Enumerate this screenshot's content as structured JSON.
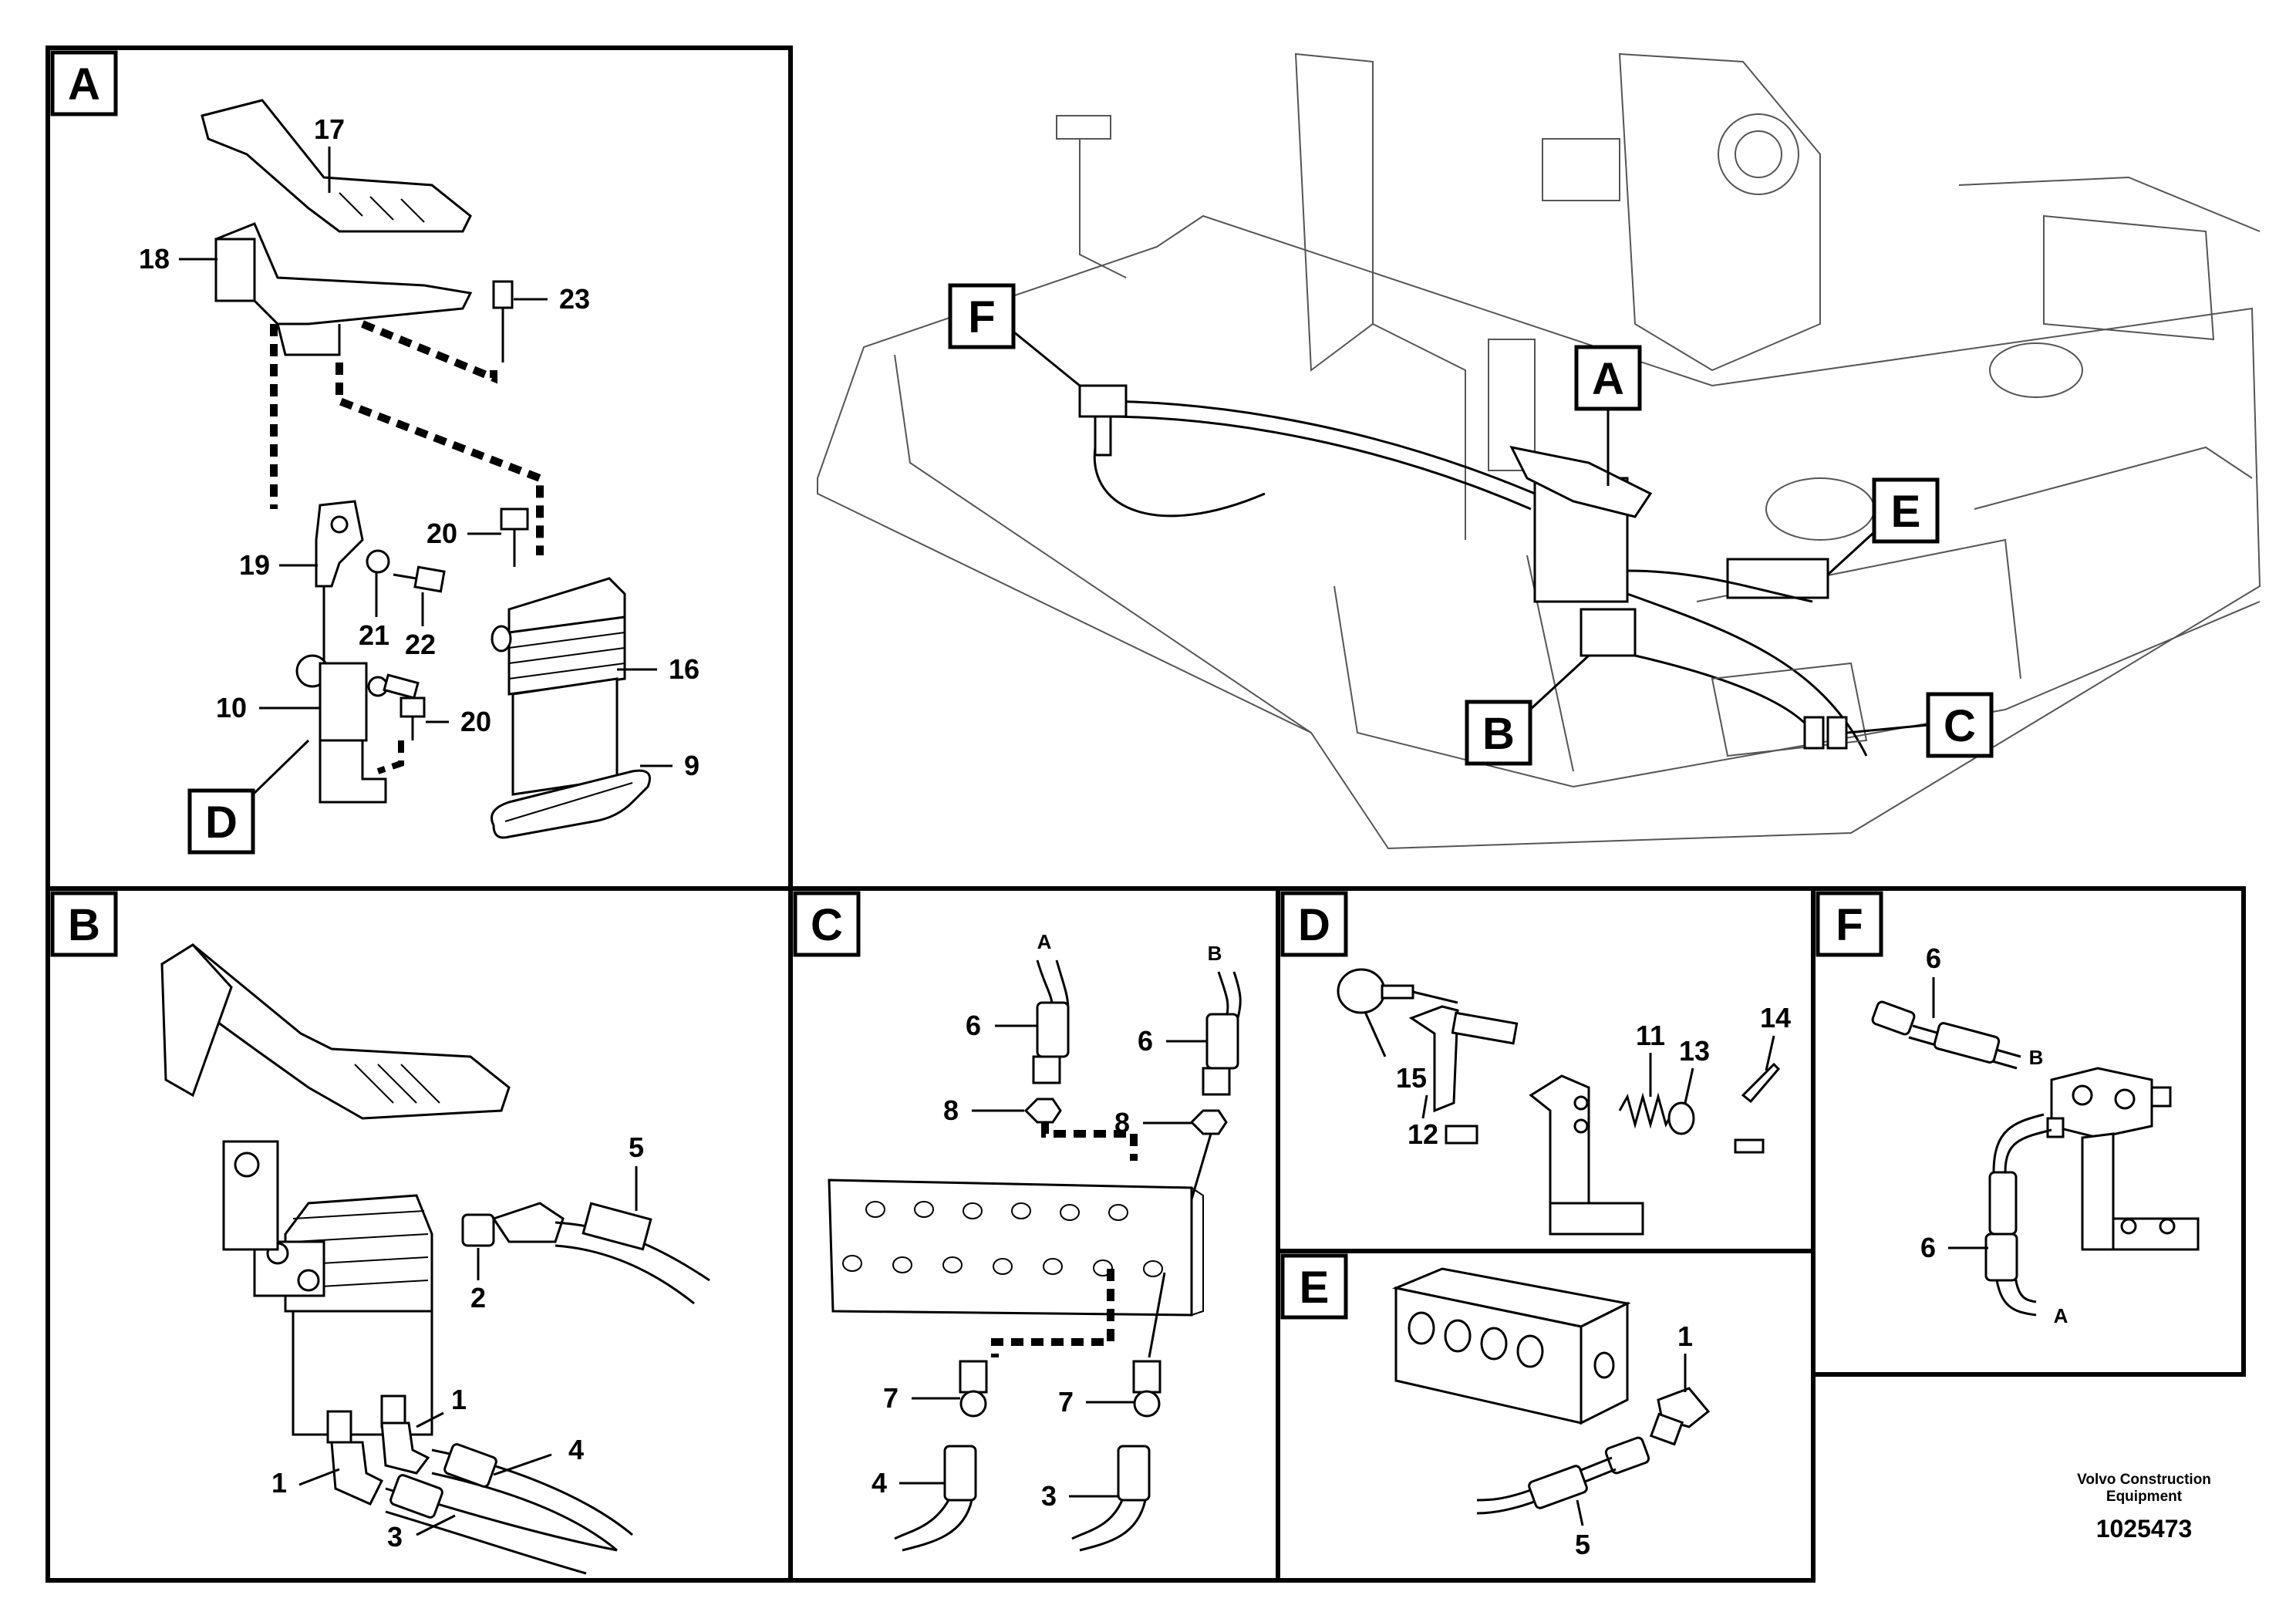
{
  "figure": {
    "document_number": "1025473",
    "company_line1": "Volvo Construction",
    "company_line2": "Equipment",
    "overview": {
      "callouts": [
        "F",
        "A",
        "E",
        "B",
        "C"
      ]
    },
    "panels": [
      {
        "id": "A",
        "label": "A",
        "parts": [
          "17",
          "18",
          "23",
          "19",
          "20",
          "21",
          "22",
          "16",
          "10",
          "20",
          "9"
        ],
        "detail_tag": "D"
      },
      {
        "id": "B",
        "label": "B",
        "parts": [
          "5",
          "2",
          "1",
          "4",
          "1",
          "3"
        ]
      },
      {
        "id": "C",
        "label": "C",
        "parts": [
          "6",
          "6",
          "8",
          "8",
          "7",
          "7",
          "4",
          "3"
        ],
        "hose_ends": [
          "A",
          "B"
        ]
      },
      {
        "id": "D",
        "label": "D",
        "parts": [
          "15",
          "12",
          "11",
          "13",
          "14"
        ]
      },
      {
        "id": "E",
        "label": "E",
        "parts": [
          "1",
          "5"
        ]
      },
      {
        "id": "F",
        "label": "F",
        "parts": [
          "6",
          "6"
        ],
        "hose_ends": [
          "B",
          "A"
        ]
      }
    ]
  }
}
